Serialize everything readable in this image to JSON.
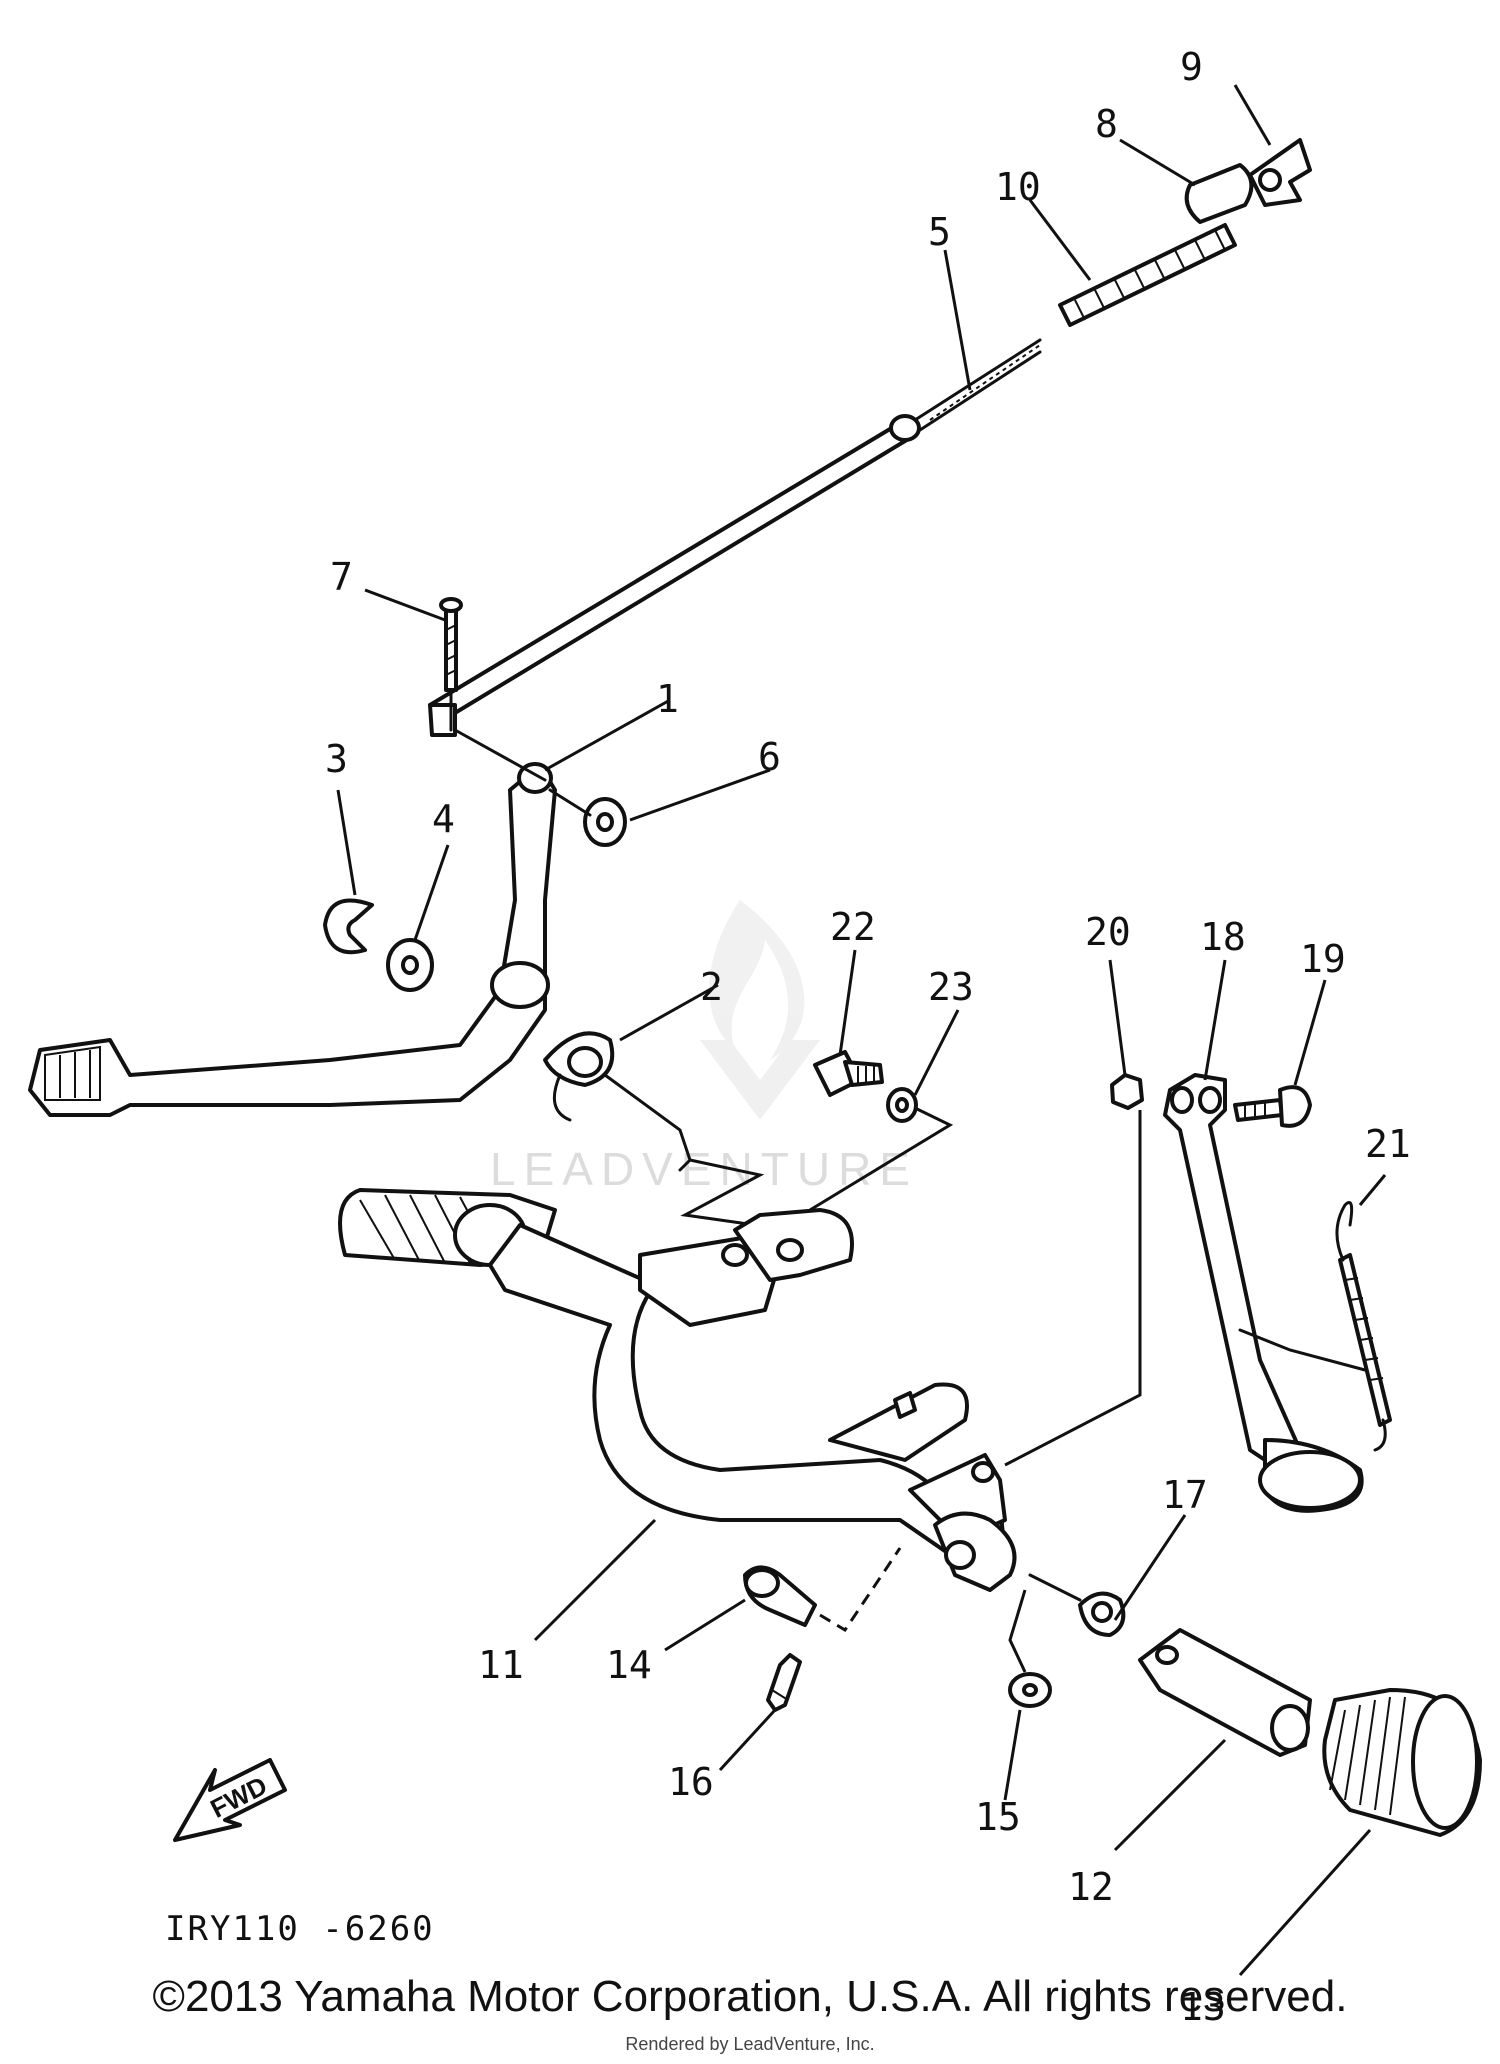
{
  "diagram": {
    "callouts": [
      "1",
      "2",
      "3",
      "4",
      "5",
      "6",
      "7",
      "8",
      "9",
      "10",
      "11",
      "12",
      "13",
      "14",
      "15",
      "16",
      "17",
      "18",
      "19",
      "20",
      "21",
      "22",
      "23"
    ],
    "code": "IRY110 -6260",
    "fwd_label": "FWD",
    "watermark": "LEADVENTURE"
  },
  "footer": {
    "copyright": "©2013 Yamaha Motor Corporation, U.S.A. All rights reserved.",
    "rendered_by": "Rendered by LeadVenture, Inc."
  }
}
